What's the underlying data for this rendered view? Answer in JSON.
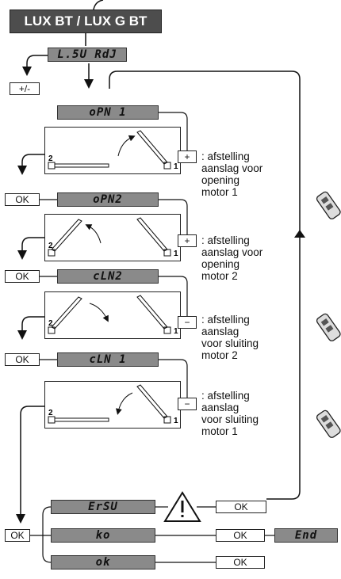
{
  "title": "LUX BT / LUX G BT",
  "menu_display": "L.5U RdJ",
  "plusminus_label": "+/-",
  "steps": [
    {
      "display": "oPN 1",
      "key": "+",
      "desc": [
        ": afstelling",
        "aanslag voor",
        "opening",
        "motor 1"
      ],
      "ok": "OK"
    },
    {
      "display": "oPN2",
      "key": "+",
      "desc": [
        ": afstelling",
        "aanslag voor",
        "opening",
        "motor 2"
      ],
      "ok": "OK"
    },
    {
      "display": "cLN2",
      "key": "−",
      "desc": [
        ": afstelling",
        "aanslag",
        "voor sluiting",
        "motor 2"
      ],
      "ok": "OK"
    },
    {
      "display": "cLN 1",
      "key": "−",
      "desc": [
        ": afstelling",
        "aanslag",
        "voor sluiting",
        "motor 1"
      ],
      "ok": ""
    }
  ],
  "leaf_labels": {
    "left": "2",
    "right": "1"
  },
  "final": {
    "ok_left": "OK",
    "rows": [
      {
        "display": "ErSU",
        "ok": "OK"
      },
      {
        "display": "ko",
        "ok": "OK",
        "result": "End"
      },
      {
        "display": "ok",
        "ok": "OK"
      }
    ]
  }
}
